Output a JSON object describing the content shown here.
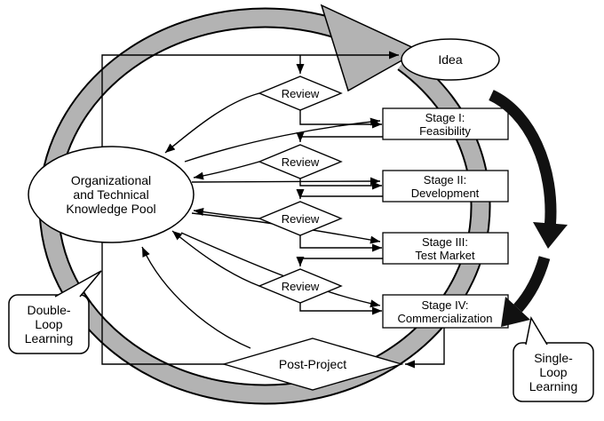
{
  "diagram": {
    "title_hint": "Stage-gate process with organizational knowledge pool",
    "idea": {
      "label": "Idea"
    },
    "knowledge_pool": {
      "line1": "Organizational",
      "line2": "and Technical",
      "line3": "Knowledge Pool"
    },
    "reviews": [
      {
        "label": "Review"
      },
      {
        "label": "Review"
      },
      {
        "label": "Review"
      },
      {
        "label": "Review"
      }
    ],
    "stages": [
      {
        "line1": "Stage I:",
        "line2": "Feasibility"
      },
      {
        "line1": "Stage II:",
        "line2": "Development"
      },
      {
        "line1": "Stage III:",
        "line2": "Test Market"
      },
      {
        "line1": "Stage IV:",
        "line2": "Commercialization"
      }
    ],
    "post_project": {
      "label": "Post-Project"
    },
    "callouts": {
      "double_loop": {
        "line1": "Double-",
        "line2": "Loop",
        "line3": "Learning"
      },
      "single_loop": {
        "line1": "Single-",
        "line2": "Loop",
        "line3": "Learning"
      }
    },
    "colors": {
      "loop_gray": "#b3b3b3",
      "arc_black": "#111111",
      "stroke": "#000000",
      "background": "#ffffff"
    }
  }
}
